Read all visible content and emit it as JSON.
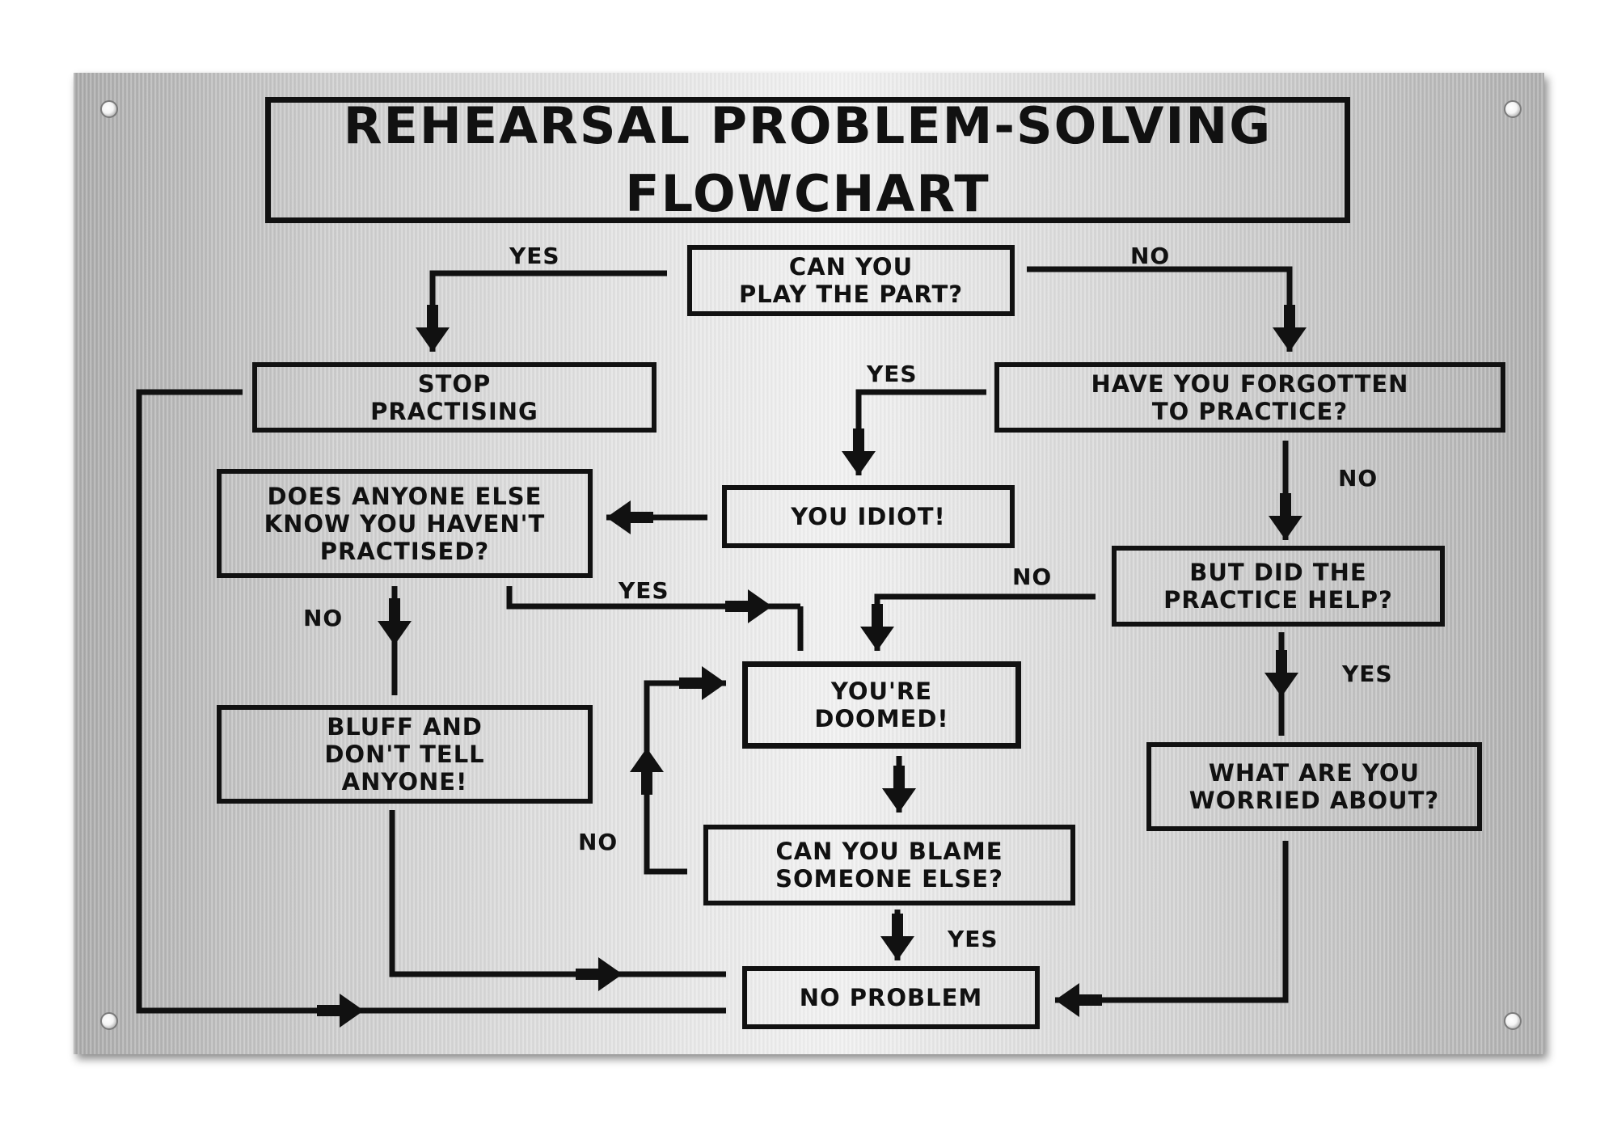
{
  "title": "REHEARSAL PROBLEM-SOLVING\nFLOWCHART",
  "nodes": {
    "can_play": "CAN YOU\nPLAY THE PART?",
    "stop_practising": "STOP\nPRACTISING",
    "forgotten": "HAVE YOU FORGOTTEN\nTO PRACTICE?",
    "you_idiot": "YOU IDIOT!",
    "anyone_else": "DOES ANYONE ELSE\nKNOW YOU HAVEN'T\nPRACTISED?",
    "did_help": "BUT DID THE\nPRACTICE HELP?",
    "doomed": "YOU'RE\nDOOMED!",
    "bluff": "BLUFF AND\nDON'T TELL\nANYONE!",
    "worried": "WHAT ARE YOU\nWORRIED ABOUT?",
    "blame": "CAN YOU BLAME\nSOMEONE ELSE?",
    "no_problem": "NO PROBLEM"
  },
  "labels": {
    "play_yes": "YES",
    "play_no": "NO",
    "forgot_yes": "YES",
    "forgot_no": "NO",
    "anyone_yes": "YES",
    "anyone_no": "NO",
    "help_no": "NO",
    "help_yes": "YES",
    "blame_no": "NO",
    "blame_yes": "YES"
  }
}
